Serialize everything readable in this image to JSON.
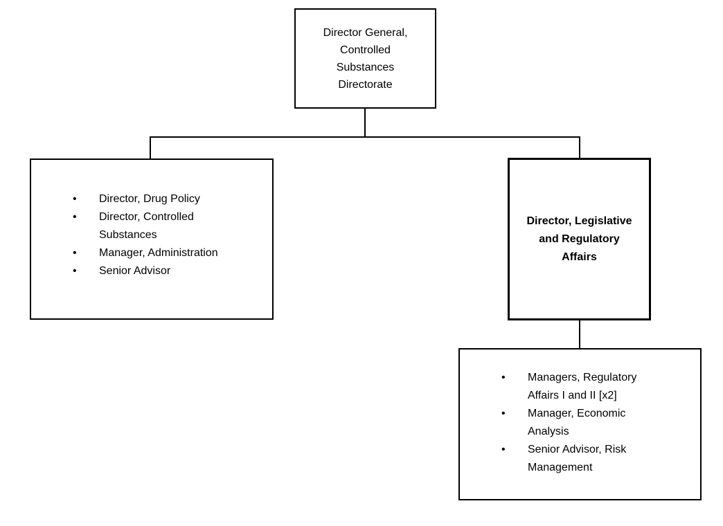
{
  "ui": {
    "bullet": "•"
  },
  "colors": {
    "line": "#000000",
    "background": "#ffffff",
    "text": "#000000"
  },
  "org_chart": {
    "root": {
      "title": "Director General,\nControlled\nSubstances\nDirectorate"
    },
    "left_group": {
      "items": [
        "Director, Drug Policy",
        "Director, Controlled\nSubstances",
        "Manager, Administration",
        "Senior Advisor"
      ]
    },
    "right_node": {
      "title": "Director, Legislative\nand Regulatory\nAffairs"
    },
    "bottom_group": {
      "items": [
        "Managers, Regulatory\nAffairs I and II [x2]",
        "Manager, Economic\nAnalysis",
        "Senior Advisor, Risk\nManagement"
      ]
    }
  }
}
